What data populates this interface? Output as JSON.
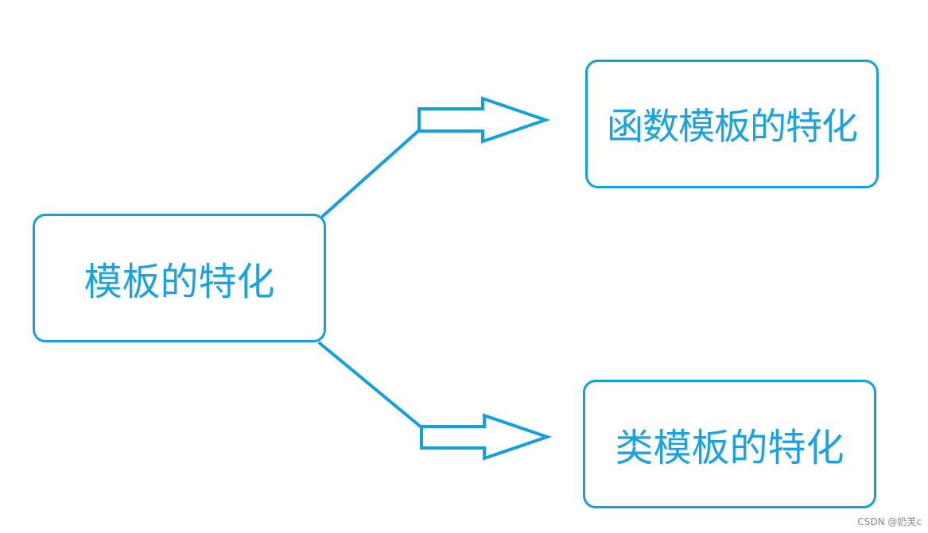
{
  "diagram": {
    "root_label": "模板的特化",
    "branches": [
      {
        "label": "函数模板的特化"
      },
      {
        "label": "类模板的特化"
      }
    ],
    "colors": {
      "border": "#12a0e0",
      "text": "#1aa3e3",
      "connector": "#12a0e0",
      "background": "#ffffff"
    }
  },
  "watermark": "CSDN @奶芙c"
}
